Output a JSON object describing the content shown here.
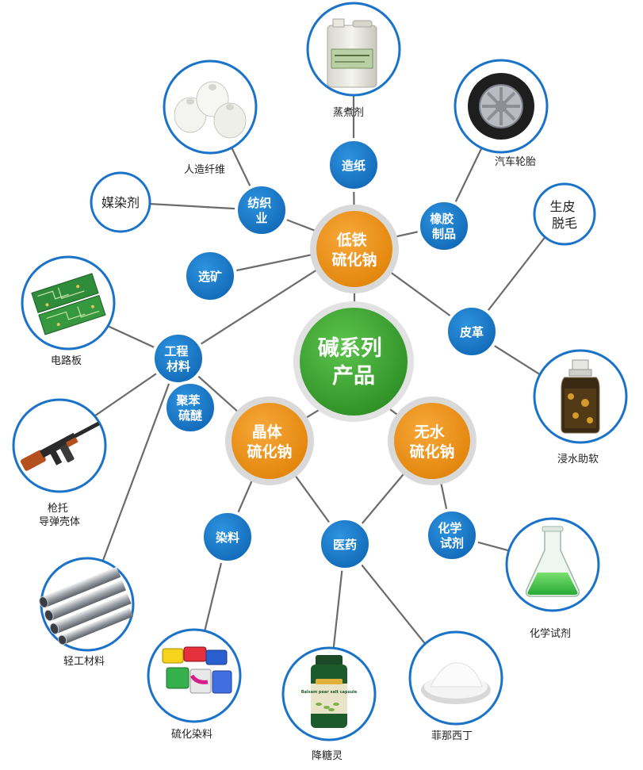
{
  "colors": {
    "green_hub": "#3aa62e",
    "orange_hub": "#f29111",
    "blue_node": "#1a7fcf",
    "ring": "#1a73c8",
    "line": "#6b6b6b"
  },
  "center": {
    "lines": [
      "碱系列",
      "产品"
    ]
  },
  "hubs": {
    "low_iron": {
      "lines": [
        "低铁",
        "硫化钠"
      ]
    },
    "crystal": {
      "lines": [
        "晶体",
        "硫化钠"
      ]
    },
    "anhydrous": {
      "lines": [
        "无水",
        "硫化钠"
      ]
    }
  },
  "apps": {
    "papermaking": {
      "lines": [
        "造纸"
      ]
    },
    "textile": {
      "lines": [
        "纺织",
        "业"
      ]
    },
    "rubber": {
      "lines": [
        "橡胶",
        "制品"
      ]
    },
    "ore": {
      "lines": [
        "选矿"
      ]
    },
    "leather": {
      "lines": [
        "皮革"
      ]
    },
    "engineering": {
      "lines": [
        "工程",
        "材料"
      ]
    },
    "polyphenylene": {
      "lines": [
        "聚苯",
        "硫醚"
      ]
    },
    "dye": {
      "lines": [
        "染料"
      ]
    },
    "medicine": {
      "lines": [
        "医药"
      ]
    },
    "reagent": {
      "lines": [
        "化学",
        "试剂"
      ]
    }
  },
  "leaves": {
    "cooking_agent": {
      "label": "蒸煮剂",
      "icon": "chemical-jug-icon"
    },
    "rayon": {
      "label": "人造纤维",
      "icon": "yarn-spools-icon"
    },
    "tire": {
      "label": "汽车轮胎",
      "icon": "tire-icon"
    },
    "dye_agent": {
      "label": "媒染剂"
    },
    "dehairing": {
      "label": "生皮\n脱毛"
    },
    "circuit": {
      "label": "电路板",
      "icon": "circuit-board-icon"
    },
    "soaking": {
      "label": "浸水助软",
      "icon": "reagent-bottle-icon"
    },
    "gunstock": {
      "label": "枪托\n导弹壳体",
      "icon": "rifle-icon"
    },
    "light_material": {
      "label": "轻工材料",
      "icon": "metal-pipes-icon"
    },
    "sulfur_dye": {
      "label": "硫化染料",
      "icon": "paint-cans-icon"
    },
    "hypoglycemic": {
      "label": "降糖灵",
      "icon": "pill-bottle-icon"
    },
    "phenacetin": {
      "label": "菲那西丁",
      "icon": "white-powder-icon"
    },
    "chem_reagent": {
      "label": "化学试剂",
      "icon": "flask-icon"
    }
  },
  "product_label": "Balsam pear salt capsule"
}
